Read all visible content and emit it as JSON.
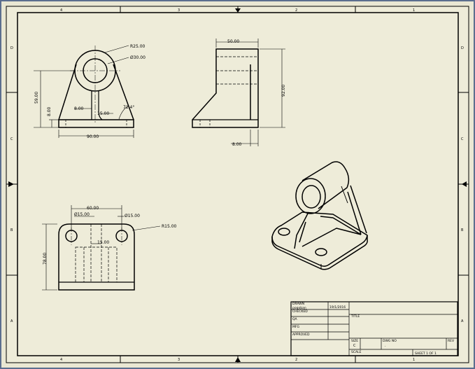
{
  "colors": {
    "frame": "#5b6e8f",
    "paper": "#eeecd9",
    "ink": "#000000"
  },
  "zones": {
    "columns": [
      "4",
      "3",
      "2",
      "1"
    ],
    "rows": [
      "D",
      "C",
      "B",
      "A"
    ]
  },
  "front_view": {
    "radius": "R25.00",
    "diameter": "Ø30.00",
    "height_overall": "59.00",
    "height_base": "8.00",
    "width_overall": "90.00",
    "rib": "8.00",
    "slot": "15.00",
    "angle": "72.4°"
  },
  "side_view": {
    "depth": "50.00",
    "height": "92.00",
    "thickness": "8.00"
  },
  "top_view": {
    "hole_spacing": "60.00",
    "hole_left": "Ø15.00",
    "hole_right": "Ø15.00",
    "corner_radius": "R15.00",
    "depth": "78.00",
    "inner": "15.00"
  },
  "title_block": {
    "drawn_label": "DRAWN",
    "drawn_by": "pogoban",
    "date": "19/1/2016",
    "checked_label": "CHECKED",
    "qa_label": "QA",
    "mfg_label": "MFG",
    "approved_label": "APPROVED",
    "title_label": "TITLE",
    "size_label": "SIZE",
    "size_value": "C",
    "dwg_no_label": "DWG NO",
    "dwg_no_value": ".",
    "rev_label": "REV",
    "scale_label": "SCALE",
    "sheet_value": "SHEET 1  OF 1"
  }
}
